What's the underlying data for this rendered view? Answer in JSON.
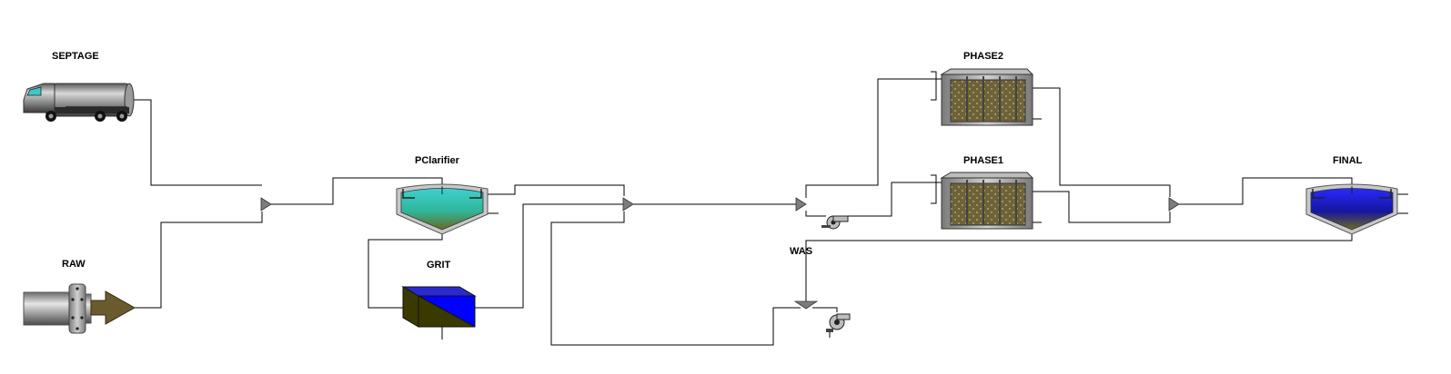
{
  "labels": {
    "septage": "SEPTAGE",
    "raw": "RAW",
    "pclarifier": "PClarifier",
    "grit": "GRIT",
    "phase2": "PHASE2",
    "phase1": "PHASE1",
    "final": "FINAL",
    "was": "WAS"
  },
  "colors": {
    "primary_clarifier_top": "#3fc7c9",
    "primary_clarifier_bottom": "#6b6a20",
    "final_clarifier_top": "#1a1aff",
    "final_clarifier_bottom": "#6b6a20",
    "grit_blue": "#0000ff",
    "grit_olive": "#3a3a00",
    "bioreactor_fill": "#6e6238",
    "pipe_raw_arrow": "#6b5a2e"
  },
  "icons": {
    "septage": "septage-truck-icon",
    "raw": "raw-influent-pipe-icon",
    "pclarifier": "primary-clarifier-icon",
    "grit": "grit-tank-icon",
    "phase2": "bioreactor-icon",
    "phase1": "bioreactor-icon",
    "final": "secondary-clarifier-icon",
    "pump": "pump-icon",
    "mixer": "combiner-icon",
    "splitter": "splitter-icon"
  }
}
